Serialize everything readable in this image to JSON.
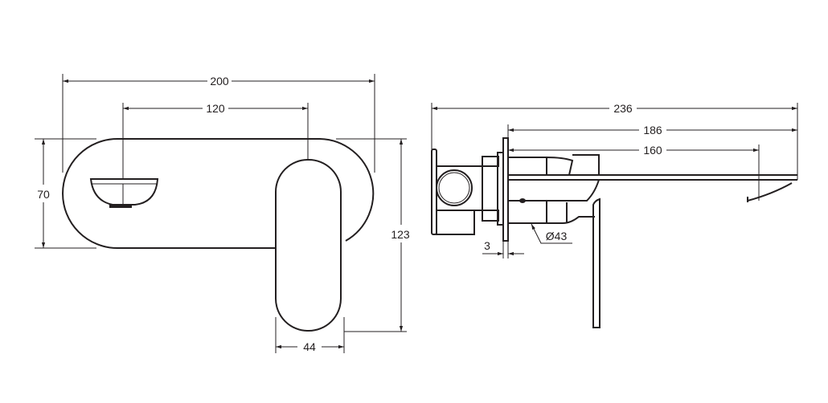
{
  "front_view": {
    "dim_overall_width": "200",
    "dim_centres": "120",
    "dim_plate_height": "70",
    "dim_total_height": "123",
    "dim_lever_width": "44"
  },
  "side_view": {
    "dim_total_projection": "236",
    "dim_from_wall": "186",
    "dim_spout_reach": "160",
    "dim_plate_thickness": "3",
    "dim_spout_diameter": "Ø43"
  },
  "colors": {
    "line": "#231f20",
    "background": "#ffffff"
  }
}
